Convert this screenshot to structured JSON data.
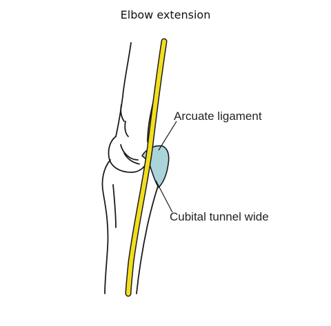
{
  "title": "Elbow extension",
  "labels": {
    "arcuate_ligament": "Arcuate ligament",
    "cubital_tunnel": "Cubital tunnel wide"
  },
  "colors": {
    "nerve": "#F2DE1E",
    "ligament": "#A9D4DA",
    "outline": "#1a1a1a"
  }
}
